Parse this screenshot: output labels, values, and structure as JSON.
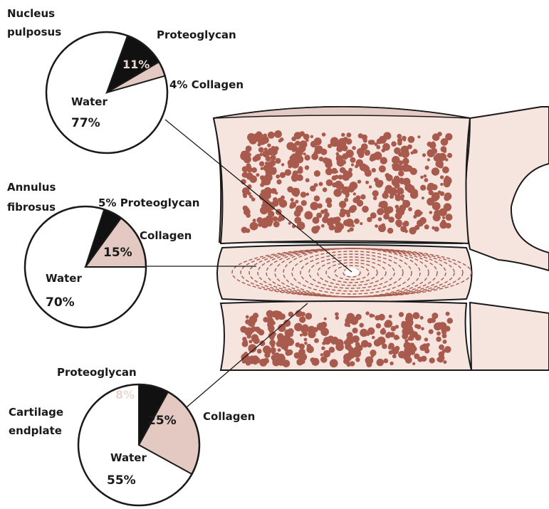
{
  "colors": {
    "bone": "#f6e4df",
    "marrow": "#a85a4c",
    "outline": "#1a1a1a",
    "collagen_fill": "#e3c9c2",
    "proteoglycan_fill": "#111111",
    "water_fill": "#ffffff",
    "endplate_band": "#e4cbc4"
  },
  "nucleus": {
    "title_line1": "Nucleus",
    "title_line2": "pulposus",
    "proteoglycan_label": "Proteoglycan",
    "proteoglycan_pct": "11%",
    "collagen_label": "4% Collagen",
    "water_label": "Water",
    "water_pct": "77%",
    "composition": {
      "water": 77,
      "proteoglycan": 11,
      "collagen": 4
    }
  },
  "annulus": {
    "title_line1": "Annulus",
    "title_line2": "fibrosus",
    "proteoglycan_label": "5% Proteoglycan",
    "collagen_label": "Collagen",
    "collagen_pct": "15%",
    "water_label": "Water",
    "water_pct": "70%",
    "composition": {
      "water": 70,
      "proteoglycan": 5,
      "collagen": 15
    }
  },
  "endplate": {
    "title_line1": "Cartilage",
    "title_line2": "endplate",
    "proteoglycan_label": "Proteoglycan",
    "proteoglycan_pct": "8%",
    "collagen_label": "Collagen",
    "collagen_pct": "25%",
    "water_label": "Water",
    "water_pct": "55%",
    "composition": {
      "water": 55,
      "proteoglycan": 8,
      "collagen": 25
    }
  }
}
